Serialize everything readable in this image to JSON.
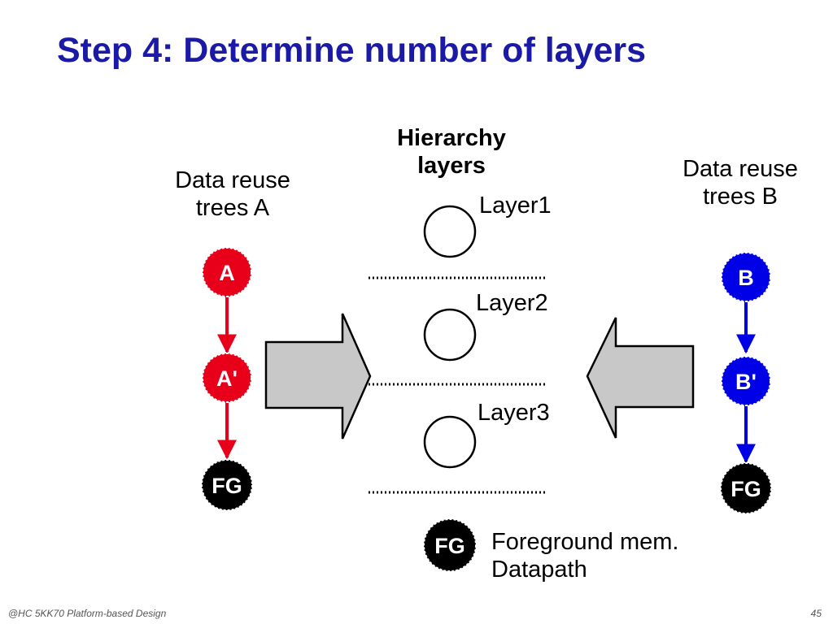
{
  "title": "Step 4: Determine number of layers",
  "left_tree": {
    "caption_line1": "Data reuse",
    "caption_line2": "trees A",
    "nodes": [
      "A",
      "A'",
      "FG"
    ],
    "color": "#e8001a"
  },
  "right_tree": {
    "caption_line1": "Data reuse",
    "caption_line2": "trees B",
    "nodes": [
      "B",
      "B'",
      "FG"
    ],
    "color": "#0000e6"
  },
  "hierarchy": {
    "heading_line1": "Hierarchy",
    "heading_line2": "layers",
    "layers": [
      "Layer1",
      "Layer2",
      "Layer3"
    ]
  },
  "legend": {
    "symbol": "FG",
    "line1": "Foreground mem.",
    "line2": "Datapath"
  },
  "footer": {
    "left": "@HC 5KK70 Platform-based Design",
    "right": "45"
  }
}
